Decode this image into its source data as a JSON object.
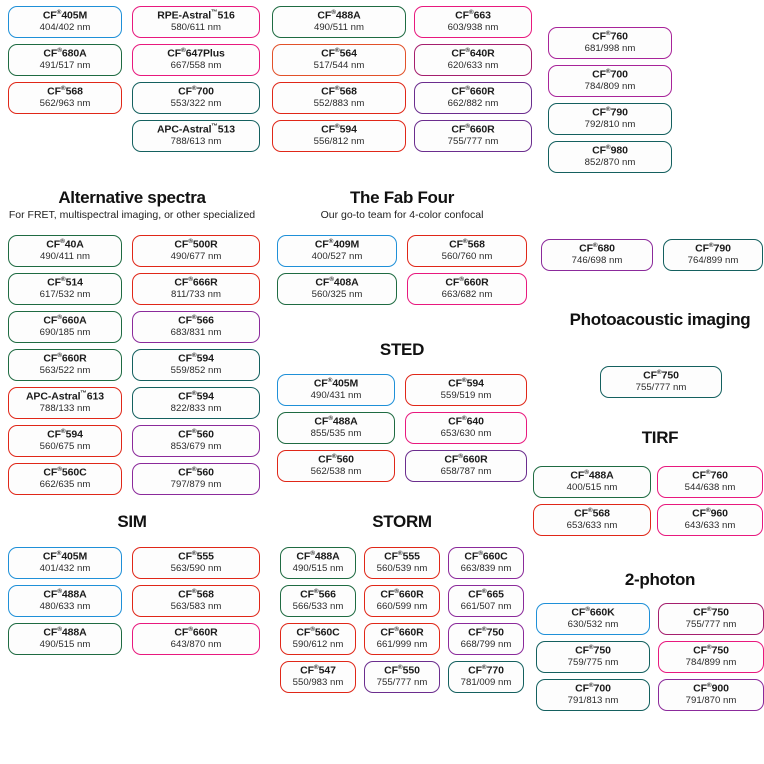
{
  "sections": [
    {
      "id": "top-left",
      "title": "",
      "subtitle": "",
      "columns": 2,
      "items": [
        {
          "name": "CF",
          "sup": "®",
          "suffix": "405M",
          "spec": "404/402 nm",
          "color": "c-blue"
        },
        {
          "name": "RPE-Astral",
          "sup": "™",
          "suffix": "516",
          "spec": "580/611 nm",
          "color": "c-magenta"
        },
        {
          "name": "CF",
          "sup": "®",
          "suffix": "680A",
          "spec": "491/517 nm",
          "color": "c-green"
        },
        {
          "name": "CF",
          "sup": "®",
          "suffix": "647Plus",
          "spec": "667/558 nm",
          "color": "c-magenta"
        },
        {
          "name": "CF",
          "sup": "®",
          "suffix": "568",
          "spec": "562/963 nm",
          "color": "c-red"
        },
        {
          "name": "CF",
          "sup": "®",
          "suffix": "700",
          "spec": "553/322 nm",
          "color": "c-teal"
        },
        {
          "name": "",
          "sup": "",
          "suffix": "",
          "spec": "",
          "color": "blank"
        },
        {
          "name": "APC-Astral",
          "sup": "™",
          "suffix": "513",
          "spec": "788/613 nm",
          "color": "c-teal"
        }
      ]
    },
    {
      "id": "top-mid",
      "title": "",
      "subtitle": "",
      "columns": 2,
      "items": [
        {
          "name": "CF",
          "sup": "®",
          "suffix": "488A",
          "spec": "490/511 nm",
          "color": "c-green"
        },
        {
          "name": "CF",
          "sup": "®",
          "suffix": "663",
          "spec": "603/938 nm",
          "color": "c-magenta"
        },
        {
          "name": "CF",
          "sup": "®",
          "suffix": "564",
          "spec": "517/544 nm",
          "color": "c-orange"
        },
        {
          "name": "CF",
          "sup": "®",
          "suffix": "640R",
          "spec": "620/633 nm",
          "color": "c-plum"
        },
        {
          "name": "CF",
          "sup": "®",
          "suffix": "568",
          "spec": "552/883 nm",
          "color": "c-red"
        },
        {
          "name": "CF",
          "sup": "®",
          "suffix": "660R",
          "spec": "662/882 nm",
          "color": "c-violet"
        },
        {
          "name": "CF",
          "sup": "®",
          "suffix": "594",
          "spec": "556/812 nm",
          "color": "c-red"
        },
        {
          "name": "CF",
          "sup": "®",
          "suffix": "660R",
          "spec": "755/777 nm",
          "color": "c-violet"
        }
      ]
    },
    {
      "id": "top-right",
      "title": "",
      "subtitle": "",
      "columns": 1,
      "items": [
        {
          "name": "CF",
          "sup": "®",
          "suffix": "760",
          "spec": "681/998 nm",
          "color": "c-grad-mp"
        },
        {
          "name": "CF",
          "sup": "®",
          "suffix": "700",
          "spec": "784/809 nm",
          "color": "c-grad-mp"
        },
        {
          "name": "CF",
          "sup": "®",
          "suffix": "790",
          "spec": "792/810 nm",
          "color": "c-teal"
        },
        {
          "name": "CF",
          "sup": "®",
          "suffix": "980",
          "spec": "852/870 nm",
          "color": "c-teal"
        }
      ]
    },
    {
      "id": "alternative-spectra",
      "title": "Alternative spectra",
      "subtitle": "For FRET, multispectral imaging, or other specialized",
      "columns": 2,
      "items": [
        {
          "name": "CF",
          "sup": "®",
          "suffix": "40A",
          "spec": "490/411 nm",
          "color": "c-green"
        },
        {
          "name": "CF",
          "sup": "®",
          "suffix": "500R",
          "spec": "490/677 nm",
          "color": "c-red"
        },
        {
          "name": "CF",
          "sup": "®",
          "suffix": "514",
          "spec": "617/532 nm",
          "color": "c-green"
        },
        {
          "name": "CF",
          "sup": "®",
          "suffix": "666R",
          "spec": "811/733 nm",
          "color": "c-red"
        },
        {
          "name": "CF",
          "sup": "®",
          "suffix": "660A",
          "spec": "690/185 nm",
          "color": "c-green"
        },
        {
          "name": "CF",
          "sup": "®",
          "suffix": "566",
          "spec": "683/831 nm",
          "color": "c-purple"
        },
        {
          "name": "CF",
          "sup": "®",
          "suffix": "660R",
          "spec": "563/522 nm",
          "color": "c-green"
        },
        {
          "name": "CF",
          "sup": "®",
          "suffix": "594",
          "spec": "559/852 nm",
          "color": "c-teal"
        },
        {
          "name": "APC-Astral",
          "sup": "™",
          "suffix": "613",
          "spec": "788/133 nm",
          "color": "c-red"
        },
        {
          "name": "CF",
          "sup": "®",
          "suffix": "594",
          "spec": "822/833 nm",
          "color": "c-teal"
        },
        {
          "name": "CF",
          "sup": "®",
          "suffix": "594",
          "spec": "560/675 nm",
          "color": "c-red"
        },
        {
          "name": "CF",
          "sup": "®",
          "suffix": "560",
          "spec": "853/679 nm",
          "color": "c-purple"
        },
        {
          "name": "CF",
          "sup": "®",
          "suffix": "560C",
          "spec": "662/635 nm",
          "color": "c-red"
        },
        {
          "name": "CF",
          "sup": "®",
          "suffix": "560",
          "spec": "797/879 nm",
          "color": "c-purple"
        }
      ]
    },
    {
      "id": "fab-four",
      "title": "The Fab Four",
      "subtitle": "Our go-to team for 4-color confocal",
      "columns": 2,
      "items": [
        {
          "name": "CF",
          "sup": "®",
          "suffix": "409M",
          "spec": "400/527 nm",
          "color": "c-blue"
        },
        {
          "name": "CF",
          "sup": "®",
          "suffix": "568",
          "spec": "560/760 nm",
          "color": "c-red"
        },
        {
          "name": "CF",
          "sup": "®",
          "suffix": "408A",
          "spec": "560/325 nm",
          "color": "c-green"
        },
        {
          "name": "CF",
          "sup": "®",
          "suffix": "660R",
          "spec": "663/682 nm",
          "color": "c-magenta"
        }
      ]
    },
    {
      "id": "sted",
      "title": "STED",
      "subtitle": "",
      "columns": 2,
      "items": [
        {
          "name": "CF",
          "sup": "®",
          "suffix": "405M",
          "spec": "490/431 nm",
          "color": "c-blue"
        },
        {
          "name": "CF",
          "sup": "®",
          "suffix": "594",
          "spec": "559/519 nm",
          "color": "c-red"
        },
        {
          "name": "CF",
          "sup": "®",
          "suffix": "488A",
          "spec": "855/535 nm",
          "color": "c-green"
        },
        {
          "name": "CF",
          "sup": "®",
          "suffix": "640",
          "spec": "653/630 nm",
          "color": "c-magenta"
        },
        {
          "name": "CF",
          "sup": "®",
          "suffix": "560",
          "spec": "562/538 nm",
          "color": "c-red"
        },
        {
          "name": "CF",
          "sup": "®",
          "suffix": "660R",
          "spec": "658/787 nm",
          "color": "c-violet"
        }
      ]
    },
    {
      "id": "mid-right",
      "title": "",
      "subtitle": "",
      "columns": 2,
      "items": [
        {
          "name": "CF",
          "sup": "®",
          "suffix": "680",
          "spec": "746/698 nm",
          "color": "c-purple"
        },
        {
          "name": "CF",
          "sup": "®",
          "suffix": "790",
          "spec": "764/899 nm",
          "color": "c-teal"
        }
      ]
    },
    {
      "id": "photoacoustic",
      "title": "Photoacoustic imaging",
      "subtitle": "",
      "columns": 1,
      "items": [
        {
          "name": "CF",
          "sup": "®",
          "suffix": "750",
          "spec": "755/777 nm",
          "color": "c-teal"
        }
      ]
    },
    {
      "id": "tirf",
      "title": "TIRF",
      "subtitle": "",
      "columns": 2,
      "items": [
        {
          "name": "CF",
          "sup": "®",
          "suffix": "488A",
          "spec": "400/515 nm",
          "color": "c-green"
        },
        {
          "name": "CF",
          "sup": "®",
          "suffix": "760",
          "spec": "544/638 nm",
          "color": "c-magenta"
        },
        {
          "name": "CF",
          "sup": "®",
          "suffix": "568",
          "spec": "653/633 nm",
          "color": "c-red"
        },
        {
          "name": "CF",
          "sup": "®",
          "suffix": "960",
          "spec": "643/633 nm",
          "color": "c-magenta"
        }
      ]
    },
    {
      "id": "sim",
      "title": "SIM",
      "subtitle": "",
      "columns": 2,
      "items": [
        {
          "name": "CF",
          "sup": "®",
          "suffix": "405M",
          "spec": "401/432 nm",
          "color": "c-blue"
        },
        {
          "name": "CF",
          "sup": "®",
          "suffix": "555",
          "spec": "563/590 nm",
          "color": "c-red"
        },
        {
          "name": "CF",
          "sup": "®",
          "suffix": "488A",
          "spec": "480/633 nm",
          "color": "c-blue"
        },
        {
          "name": "CF",
          "sup": "®",
          "suffix": "568",
          "spec": "563/583 nm",
          "color": "c-red"
        },
        {
          "name": "CF",
          "sup": "®",
          "suffix": "488A",
          "spec": "490/515 nm",
          "color": "c-green"
        },
        {
          "name": "CF",
          "sup": "®",
          "suffix": "660R",
          "spec": "643/870 nm",
          "color": "c-magenta"
        }
      ]
    },
    {
      "id": "storm",
      "title": "STORM",
      "subtitle": "",
      "columns": 3,
      "items": [
        {
          "name": "CF",
          "sup": "®",
          "suffix": "488A",
          "spec": "490/515 nm",
          "color": "c-green"
        },
        {
          "name": "CF",
          "sup": "®",
          "suffix": "555",
          "spec": "560/539 nm",
          "color": "c-red"
        },
        {
          "name": "CF",
          "sup": "®",
          "suffix": "660C",
          "spec": "663/839 nm",
          "color": "c-purple"
        },
        {
          "name": "CF",
          "sup": "®",
          "suffix": "566",
          "spec": "566/533 nm",
          "color": "c-green"
        },
        {
          "name": "CF",
          "sup": "®",
          "suffix": "660R",
          "spec": "660/599 nm",
          "color": "c-red"
        },
        {
          "name": "CF",
          "sup": "®",
          "suffix": "665",
          "spec": "661/507 nm",
          "color": "c-purple"
        },
        {
          "name": "CF",
          "sup": "®",
          "suffix": "560C",
          "spec": "590/612 nm",
          "color": "c-red"
        },
        {
          "name": "CF",
          "sup": "®",
          "suffix": "660R",
          "spec": "661/999 nm",
          "color": "c-red"
        },
        {
          "name": "CF",
          "sup": "®",
          "suffix": "750",
          "spec": "668/799 nm",
          "color": "c-purple"
        },
        {
          "name": "CF",
          "sup": "®",
          "suffix": "547",
          "spec": "550/983 nm",
          "color": "c-red"
        },
        {
          "name": "CF",
          "sup": "®",
          "suffix": "550",
          "spec": "755/777 nm",
          "color": "c-violet"
        },
        {
          "name": "CF",
          "sup": "®",
          "suffix": "770",
          "spec": "781/009 nm",
          "color": "c-teal"
        }
      ]
    },
    {
      "id": "two-photon",
      "title": "2-photon",
      "subtitle": "",
      "columns": 2,
      "items": [
        {
          "name": "CF",
          "sup": "®",
          "suffix": "660K",
          "spec": "630/532 nm",
          "color": "c-blue"
        },
        {
          "name": "CF",
          "sup": "®",
          "suffix": "750",
          "spec": "755/777 nm",
          "color": "c-plum"
        },
        {
          "name": "CF",
          "sup": "®",
          "suffix": "750",
          "spec": "759/775 nm",
          "color": "c-teal"
        },
        {
          "name": "CF",
          "sup": "®",
          "suffix": "750",
          "spec": "784/899 nm",
          "color": "c-magenta"
        },
        {
          "name": "CF",
          "sup": "®",
          "suffix": "700",
          "spec": "791/813 nm",
          "color": "c-teal"
        },
        {
          "name": "CF",
          "sup": "®",
          "suffix": "900",
          "spec": "791/870 nm",
          "color": "c-purple"
        }
      ]
    }
  ],
  "colors": {
    "blue": "#1f90d8",
    "green": "#1f6b42",
    "red": "#e02718",
    "magenta": "#e8197e",
    "purple": "#8b2a9b",
    "teal": "#14605f",
    "orange": "#e2512a",
    "plum": "#a51f6e",
    "violet": "#6b2d8e"
  }
}
